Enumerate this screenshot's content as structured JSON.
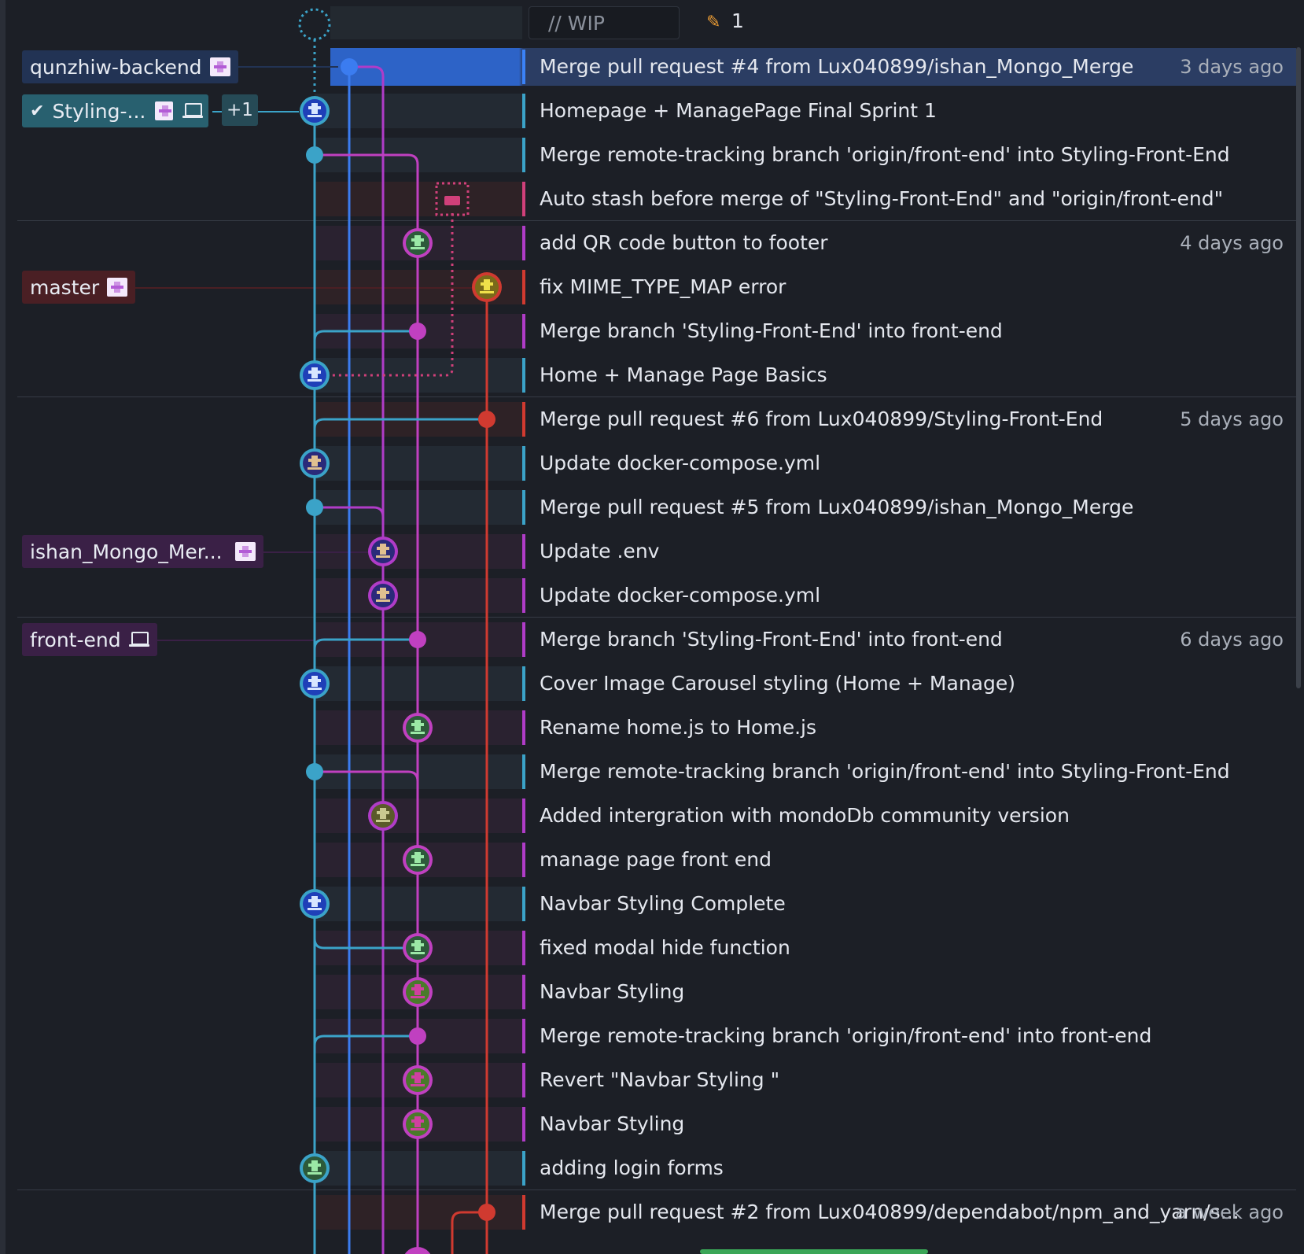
{
  "wip": {
    "placeholder": "// WIP",
    "changed_count": "1",
    "pencil_icon": "pencil-icon"
  },
  "refs": [
    {
      "name": "qunzhiw-backend",
      "kind": "remote",
      "icons": [
        "avatar-icon"
      ]
    },
    {
      "name": "Styling-...",
      "kind": "local-checked-out",
      "icons": [
        "check-icon",
        "avatar-icon",
        "laptop-icon"
      ],
      "extra": "+1"
    },
    {
      "name": "master",
      "kind": "remote",
      "icons": [
        "avatar-icon"
      ]
    },
    {
      "name": "ishan_Mongo_Mer...",
      "kind": "remote",
      "icons": [
        "avatar-icon"
      ]
    },
    {
      "name": "front-end",
      "kind": "local",
      "icons": [
        "laptop-icon"
      ]
    }
  ],
  "commits": [
    {
      "message": "Merge pull request #4 from Lux040899/ishan_Mongo_Merge",
      "time": "3 days ago",
      "selected": true
    },
    {
      "message": "Homepage + ManagePage Final Sprint 1",
      "time": ""
    },
    {
      "message": "Merge remote-tracking branch 'origin/front-end' into Styling-Front-End",
      "time": ""
    },
    {
      "message": "Auto stash before merge of \"Styling-Front-End\" and \"origin/front-end\"",
      "time": ""
    },
    {
      "message": "add QR code button to footer",
      "time": "4 days ago"
    },
    {
      "message": "fix MIME_TYPE_MAP error",
      "time": ""
    },
    {
      "message": "Merge branch 'Styling-Front-End' into front-end",
      "time": ""
    },
    {
      "message": "Home + Manage Page Basics",
      "time": ""
    },
    {
      "message": "Merge pull request #6 from Lux040899/Styling-Front-End",
      "time": "5 days ago"
    },
    {
      "message": "Update docker-compose.yml",
      "time": ""
    },
    {
      "message": "Merge pull request #5 from Lux040899/ishan_Mongo_Merge",
      "time": ""
    },
    {
      "message": "Update .env",
      "time": ""
    },
    {
      "message": "Update docker-compose.yml",
      "time": ""
    },
    {
      "message": "Merge branch 'Styling-Front-End' into front-end",
      "time": "6 days ago"
    },
    {
      "message": "Cover Image Carousel styling (Home + Manage)",
      "time": ""
    },
    {
      "message": "Rename home.js to Home.js",
      "time": ""
    },
    {
      "message": "Merge remote-tracking branch 'origin/front-end' into Styling-Front-End",
      "time": ""
    },
    {
      "message": "Added intergration with mondoDb community version",
      "time": ""
    },
    {
      "message": "manage page front end",
      "time": ""
    },
    {
      "message": "Navbar Styling Complete",
      "time": ""
    },
    {
      "message": "fixed modal hide function",
      "time": ""
    },
    {
      "message": "Navbar Styling",
      "time": ""
    },
    {
      "message": "Merge remote-tracking branch 'origin/front-end' into front-end",
      "time": ""
    },
    {
      "message": "Revert \"Navbar Styling \"",
      "time": ""
    },
    {
      "message": "Navbar Styling",
      "time": ""
    },
    {
      "message": "adding login forms",
      "time": ""
    },
    {
      "message": "Merge pull request #2 from Lux040899/dependabot/npm_and_yarn/s...",
      "time": "a week ago"
    }
  ],
  "colors": {
    "lane_styling": "#3ba3c8",
    "lane_backend": "#3b7cf0",
    "lane_mongo": "#b03cc8",
    "lane_frontend": "#c040c0",
    "lane_master": "#d03a30",
    "stash": "#d0407a",
    "background": "#1c1f26",
    "selected": "#2d63c7"
  }
}
